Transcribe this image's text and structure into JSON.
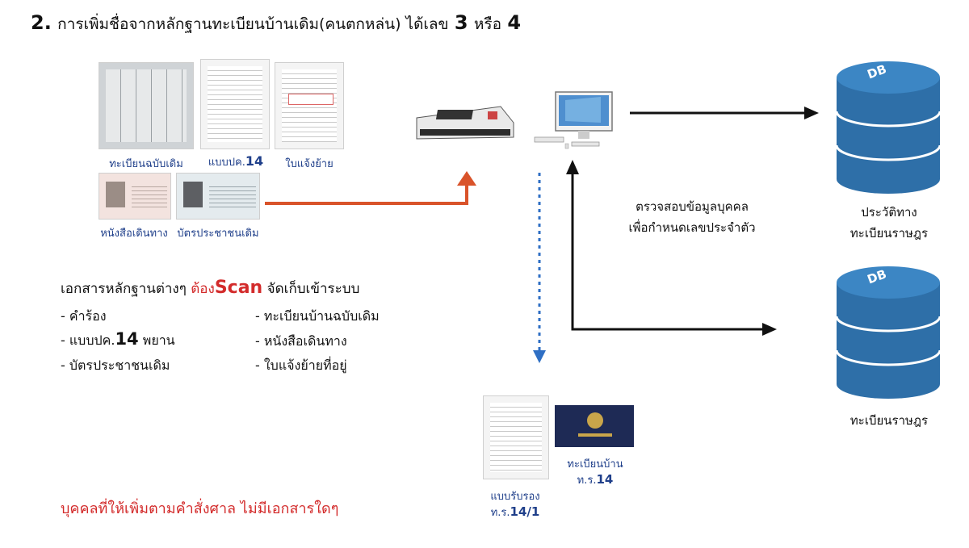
{
  "title": {
    "number": "2.",
    "text": "การเพิ่มชื่อจากหลักฐานทะเบียนบ้านเดิม(คนตกหล่น) ได้เลข",
    "n1": "3",
    "or": "หรือ",
    "n2": "4"
  },
  "documents": {
    "old_house_registration": "ทะเบียนฉบับเดิม",
    "form_pd14": "แบบปค.",
    "form_pd14_num": "14",
    "move_notice": "ใบแจ้งย้าย",
    "passport": "หนังสือเดินทาง",
    "old_id_card": "บัตรประชาชนเดิม"
  },
  "scan_text": {
    "prefix": "เอกสารหลักฐานต่างๆ",
    "must": "ต้อง",
    "scan": "Scan",
    "suffix": "จัดเก็บเข้าระบบ"
  },
  "list": {
    "left": [
      {
        "text": "- คำร้อง"
      },
      {
        "text": "- แบบปค.",
        "big": "14",
        "tail": "พยาน"
      },
      {
        "text": "- บัตรประชาชนเดิม"
      }
    ],
    "right": [
      {
        "text": "- ทะเบียนบ้านฉบับเดิม"
      },
      {
        "text": "- หนังสือเดินทาง"
      },
      {
        "text": "- ใบแจ้งย้ายที่อยู่"
      }
    ]
  },
  "footnote": "บุคคลที่ให้เพิ่มตามคำสั่งศาล ไม่มีเอกสารใดๆ",
  "verify": {
    "line1": "ตรวจสอบข้อมูลบุคคล",
    "line2": "เพื่อกำหนดเลขประจำตัว"
  },
  "databases": [
    {
      "icon_text": "DB",
      "line1": "ประวัติทาง",
      "line2": "ทะเบียนราษฎร"
    },
    {
      "icon_text": "DB",
      "line1": "ทะเบียนราษฎร",
      "line2": ""
    }
  ],
  "outputs": {
    "cert_form": "แบบรับรอง",
    "cert_form_code": "ท.ร.",
    "cert_form_num": "14/1",
    "house_book": "ทะเบียนบ้าน",
    "house_book_code": "ท.ร.",
    "house_book_num": "14"
  },
  "colors": {
    "arrow_orange": "#d9532a",
    "arrow_blue": "#2f6fc4",
    "db_blue": "#2e6fa8",
    "red_text": "#d32b2b",
    "caption_blue": "#1f3f8a"
  }
}
